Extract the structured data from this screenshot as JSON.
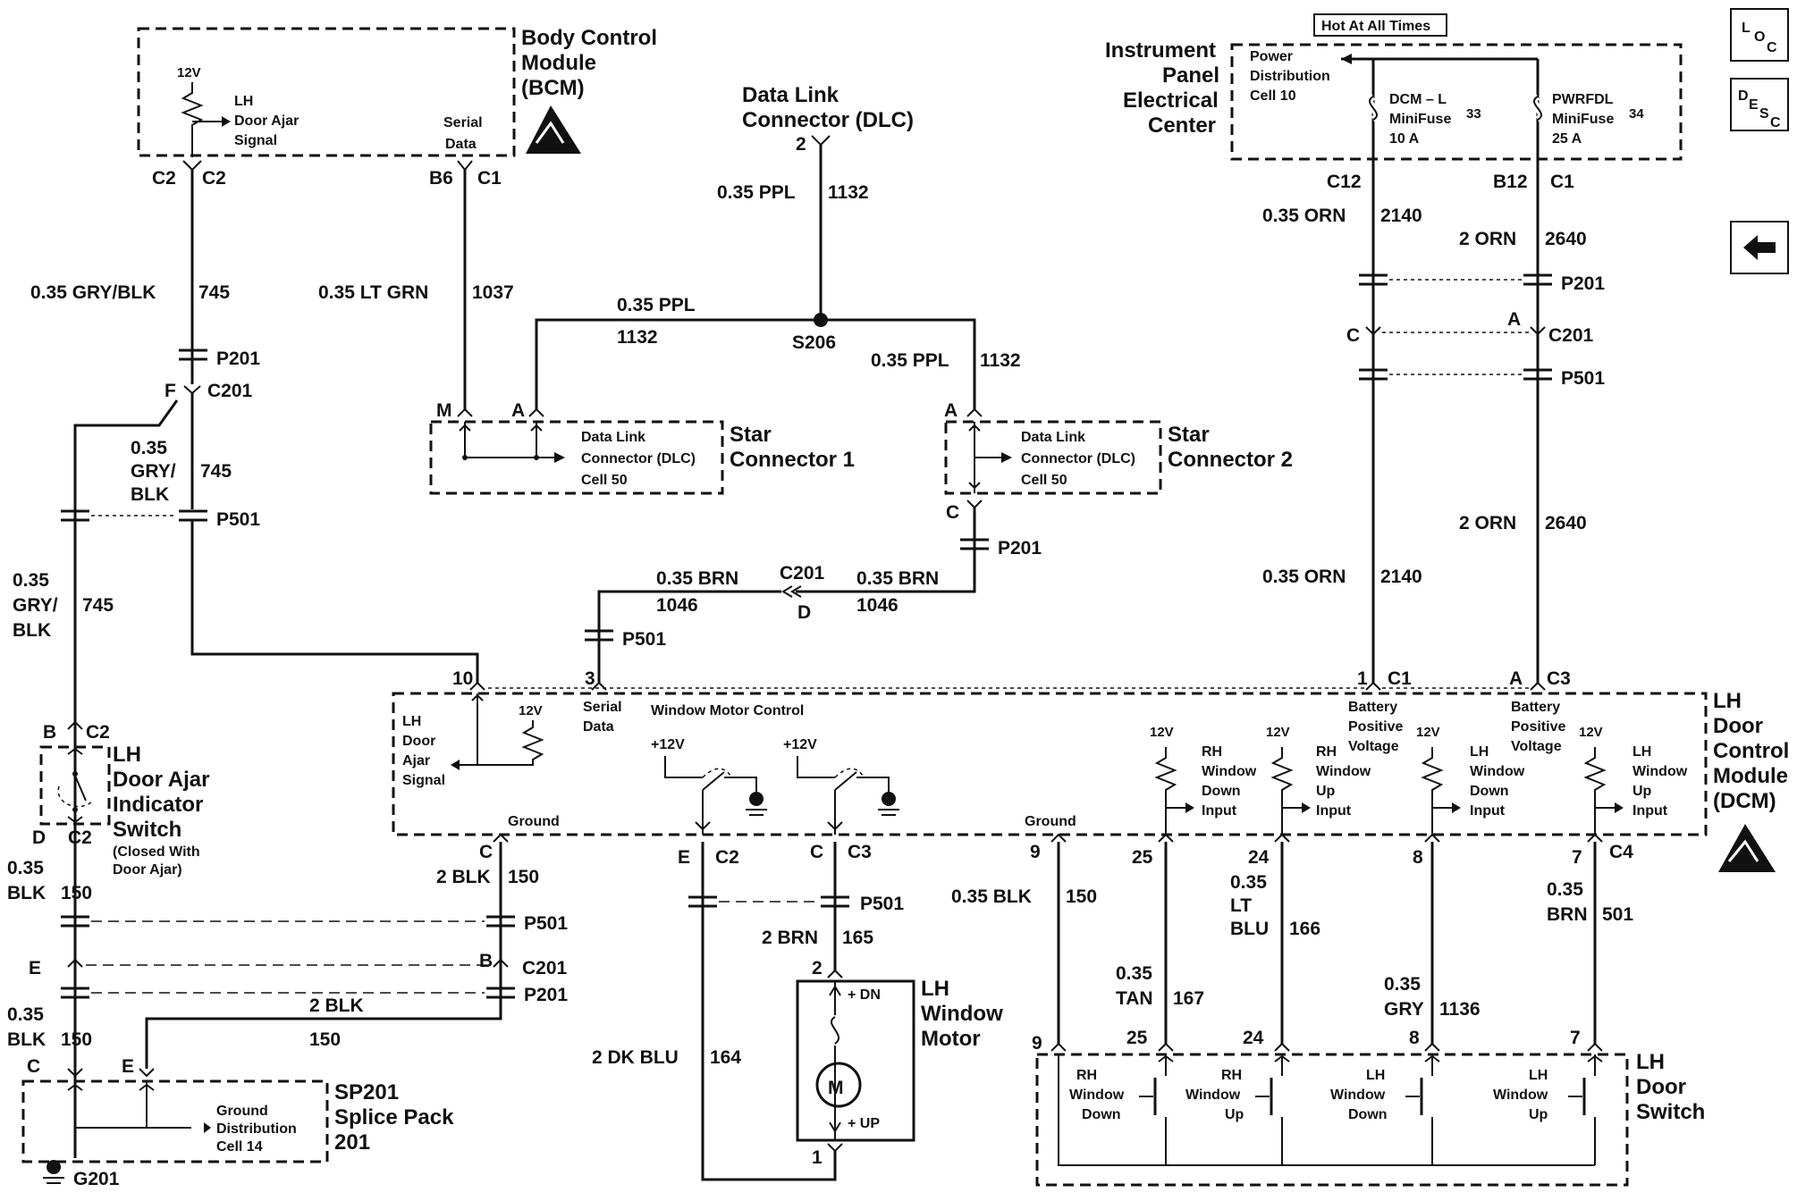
{
  "modules": {
    "bcm": [
      "Body Control",
      "Module",
      "(BCM)"
    ],
    "dlc": [
      "Data Link",
      "Connector (DLC)"
    ],
    "ipec": [
      "Instrument",
      "Panel",
      "Electrical",
      "Center"
    ],
    "star1": [
      "Star",
      "Connector 1"
    ],
    "star2": [
      "Star",
      "Connector 2"
    ],
    "dcm": [
      "LH",
      "Door",
      "Control",
      "Module",
      "(DCM)"
    ],
    "door_ajar_switch": [
      "LH",
      "Door Ajar",
      "Indicator",
      "Switch"
    ],
    "door_ajar_note": [
      "(Closed With",
      "Door Ajar)"
    ],
    "window_motor": [
      "LH",
      "Window",
      "Motor"
    ],
    "door_switch": [
      "LH",
      "Door",
      "Switch"
    ],
    "splice_pack": [
      "SP201",
      "Splice Pack",
      "201"
    ]
  },
  "inner_labels": {
    "bcm_12v": "12V",
    "bcm_door_ajar": [
      "LH",
      "Door Ajar",
      "Signal"
    ],
    "bcm_serial": [
      "Serial",
      "Data"
    ],
    "star_dlc": [
      "Data Link",
      "Connector (DLC)",
      "Cell 50"
    ],
    "hot_at_all_times": "Hot At All Times",
    "power_dist": [
      "Power",
      "Distribution",
      "Cell 10"
    ],
    "fuse33": [
      "DCM – L",
      "MiniFuse",
      "33",
      "10 A"
    ],
    "fuse34": [
      "PWRFDL",
      "MiniFuse",
      "34",
      "25 A"
    ],
    "ground_dist": [
      "Ground",
      "Distribution",
      "Cell 14"
    ],
    "dcm_door_ajar": [
      "LH",
      "Door",
      "Ajar",
      "Signal"
    ],
    "dcm_serial": [
      "Serial",
      "Data"
    ],
    "window_motor_control": "Window Motor Control",
    "plus12v": "+12V",
    "ground": "Ground",
    "battery_positive": [
      "Battery",
      "Positive",
      "Voltage"
    ],
    "v12": "12V",
    "rh_down_input": [
      "RH",
      "Window",
      "Down",
      "Input"
    ],
    "rh_up_input": [
      "RH",
      "Window",
      "Up",
      "Input"
    ],
    "lh_down_input": [
      "LH",
      "Window",
      "Down",
      "Input"
    ],
    "lh_up_input": [
      "LH",
      "Window",
      "Up",
      "Input"
    ],
    "sw_rh_down": [
      "RH",
      "Window",
      "Down"
    ],
    "sw_rh_up": [
      "RH",
      "Window",
      "Up"
    ],
    "sw_lh_down": [
      "LH",
      "Window",
      "Down"
    ],
    "sw_lh_up": [
      "LH",
      "Window",
      "Up"
    ],
    "motor_dn": "+ DN",
    "motor_up": "+ UP",
    "motor_m": "M"
  },
  "wires": {
    "gry_blk_745": [
      "0.35 GRY/BLK",
      "745"
    ],
    "gry_blk_745_b": [
      "0.35",
      "GRY/",
      "BLK",
      "745"
    ],
    "lt_grn_1037": [
      "0.35 LT GRN",
      "1037"
    ],
    "ppl_1132_top": [
      "0.35 PPL",
      "1132"
    ],
    "ppl_1132_left": [
      "0.35 PPL",
      "1132"
    ],
    "ppl_1132_right": [
      "0.35 PPL",
      "1132"
    ],
    "brn_1046_left": [
      "0.35 BRN",
      "1046"
    ],
    "brn_1046_right": [
      "0.35 BRN",
      "1046"
    ],
    "orn_2140": [
      "0.35 ORN",
      "2140"
    ],
    "orn_2640": [
      "2 ORN",
      "2640"
    ],
    "blk_150_a": [
      "0.35",
      "BLK",
      "150"
    ],
    "blk_150_b": [
      "0.35",
      "BLK",
      "150"
    ],
    "blk_150_c": [
      "2 BLK",
      "150"
    ],
    "blk_150_d": [
      "2 BLK",
      "150"
    ],
    "blk_150_e": [
      "0.35 BLK",
      "150"
    ],
    "brn_165": [
      "2 BRN",
      "165"
    ],
    "dk_blu_164": [
      "2 DK BLU",
      "164"
    ],
    "tan_167": [
      "0.35",
      "TAN",
      "167"
    ],
    "lt_blu_166": [
      "0.35",
      "LT",
      "BLU",
      "166"
    ],
    "gry_1136": [
      "0.35",
      "GRY",
      "1136"
    ],
    "brn_501": [
      "0.35",
      "BRN",
      "501"
    ]
  },
  "connectors": {
    "c2_bcm_a": "C2",
    "c2_bcm_b": "C2",
    "b6": "B6",
    "c1_bcm": "C1",
    "dlc_pin": "2",
    "p201": "P201",
    "c201": "C201",
    "p501": "P501",
    "pin_f": "F",
    "pin_m": "M",
    "pin_a": "A",
    "pin_c": "C",
    "pin_d": "D",
    "pin_b": "B",
    "pin_e": "E",
    "s206": "S206",
    "g201": "G201",
    "c12": "C12",
    "b12": "B12",
    "c1": "C1",
    "c3": "C3",
    "c4": "C4",
    "pin_1": "1",
    "pin_2": "2",
    "pin_3": "3",
    "pin_7": "7",
    "pin_8": "8",
    "pin_9": "9",
    "pin_10": "10",
    "pin_24": "24",
    "pin_25": "25"
  },
  "nav": {
    "loc": [
      "L",
      "O",
      "C"
    ],
    "desc": [
      "D",
      "E",
      "S",
      "C"
    ],
    "back_arrow": "back-arrow-icon"
  }
}
